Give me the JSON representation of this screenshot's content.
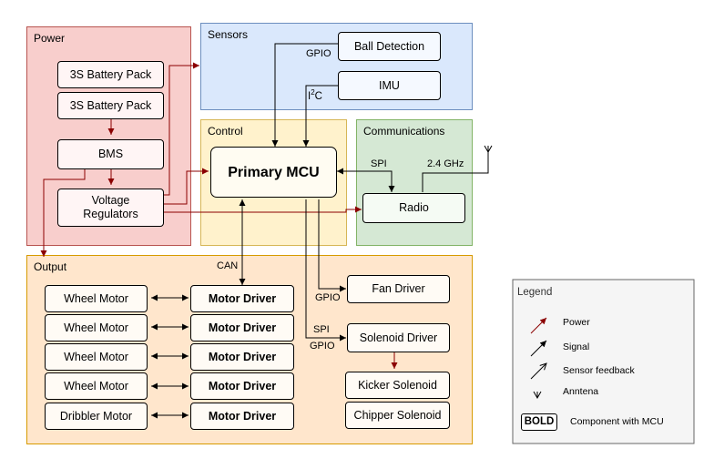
{
  "regions": {
    "power": "Power",
    "sensors": "Sensors",
    "control": "Control",
    "communications": "Communications",
    "output": "Output"
  },
  "blocks": {
    "battery1": "3S Battery Pack",
    "battery2": "3S Battery Pack",
    "bms": "BMS",
    "voltage_regulators_line1": "Voltage",
    "voltage_regulators_line2": "Regulators",
    "ball_detection": "Ball Detection",
    "imu": "IMU",
    "primary_mcu": "Primary MCU",
    "radio": "Radio",
    "fan_driver": "Fan Driver",
    "solenoid_driver": "Solenoid Driver",
    "kicker_solenoid": "Kicker Solenoid",
    "chipper_solenoid": "Chipper Solenoid",
    "wheel_motors": [
      "Wheel Motor",
      "Wheel Motor",
      "Wheel Motor",
      "Wheel Motor"
    ],
    "dribbler_motor": "Dribbler Motor",
    "motor_drivers": [
      "Motor Driver",
      "Motor Driver",
      "Motor Driver",
      "Motor Driver",
      "Motor Driver"
    ]
  },
  "wire_labels": {
    "gpio_ball": "GPIO",
    "i2c_base": "I",
    "i2c_sup": "2",
    "i2c_end": "C",
    "spi_radio": "SPI",
    "freq": "2.4 GHz",
    "can": "CAN",
    "gpio_fan": "GPIO",
    "spi_solenoid": "SPI",
    "gpio_solenoid": "GPIO"
  },
  "legend": {
    "title": "Legend",
    "power": "Power",
    "signal": "Signal",
    "sensor_feedback": "Sensor feedback",
    "antenna": "Anntena",
    "bold_sample": "BOLD",
    "component_with_mcu": "Component with MCU"
  },
  "colors": {
    "power_fill": "#f8cecc",
    "power_border": "#b85450",
    "sensors_fill": "#dae8fc",
    "sensors_border": "#6c8ebf",
    "control_fill": "#fff2cc",
    "control_border": "#d6b656",
    "comms_fill": "#d5e8d4",
    "comms_border": "#82b366",
    "output_fill": "#ffe6cc",
    "output_border": "#d79b00",
    "power_arrow": "#8b0000"
  }
}
